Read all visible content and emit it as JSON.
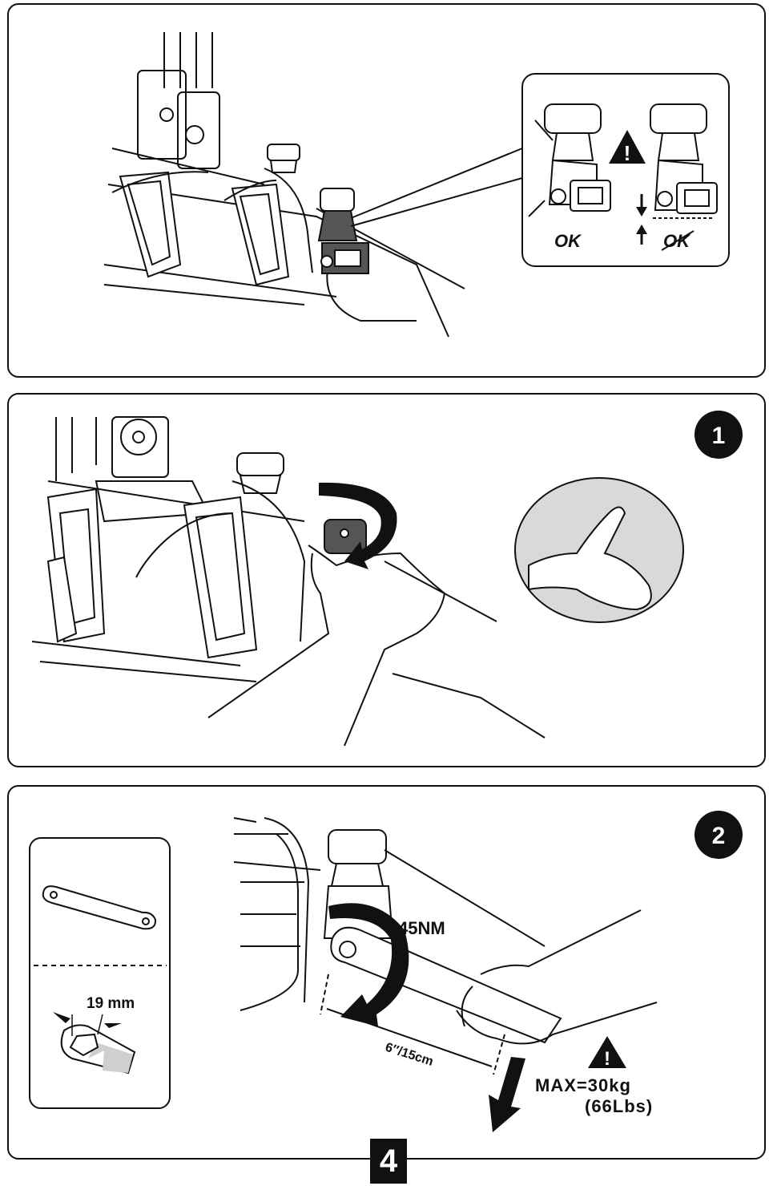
{
  "inset_top": {
    "ok_label": "OK",
    "not_ok_label": "OK",
    "warning_symbol": "!"
  },
  "step1": {
    "badge": "1"
  },
  "step2": {
    "badge": "2",
    "torque": "45NM",
    "distance": "6″/15cm",
    "max_line1": "MAX=30kg",
    "max_line2": "(66Lbs)",
    "warning_symbol": "!"
  },
  "tool_inset": {
    "wrench_size": "19 mm"
  },
  "page_number": "4",
  "icons": [
    "warning-triangle-icon",
    "arrow-down-icon",
    "arrow-up-icon",
    "rotate-arrow-icon",
    "flexed-arm-icon"
  ]
}
